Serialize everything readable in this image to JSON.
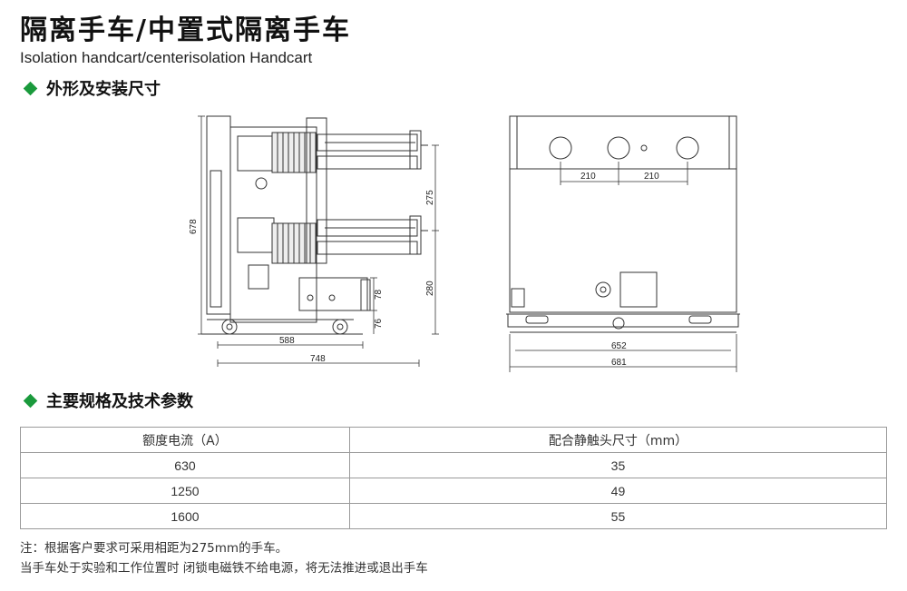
{
  "header": {
    "title_cn": "隔离手车/中置式隔离手车",
    "title_en": "Isolation handcart/centerisolation Handcart"
  },
  "section_dimensions": {
    "label": "外形及安装尺寸"
  },
  "section_specs": {
    "label": "主要规格及技术参数"
  },
  "drawing_side": {
    "dim_678": "678",
    "dim_275": "275",
    "dim_280": "280",
    "dim_78": "78",
    "dim_76": "76",
    "dim_588": "588",
    "dim_748": "748"
  },
  "drawing_front": {
    "dim_210_left": "210",
    "dim_210_right": "210",
    "dim_652": "652",
    "dim_681": "681"
  },
  "spec_table": {
    "headers": [
      "额度电流（A）",
      "配合静触头尺寸（mm）"
    ],
    "rows": [
      [
        "630",
        "35"
      ],
      [
        "1250",
        "49"
      ],
      [
        "1600",
        "55"
      ]
    ]
  },
  "notes": {
    "line1": "注：根据客户要求可采用相距为275mm的手车。",
    "line2": "当手车处于实验和工作位置时 闭锁电磁铁不给电源，将无法推进或退出手车"
  },
  "colors": {
    "accent": "#1a9a3c",
    "line": "#333333",
    "table_border": "#9a9a9a"
  }
}
